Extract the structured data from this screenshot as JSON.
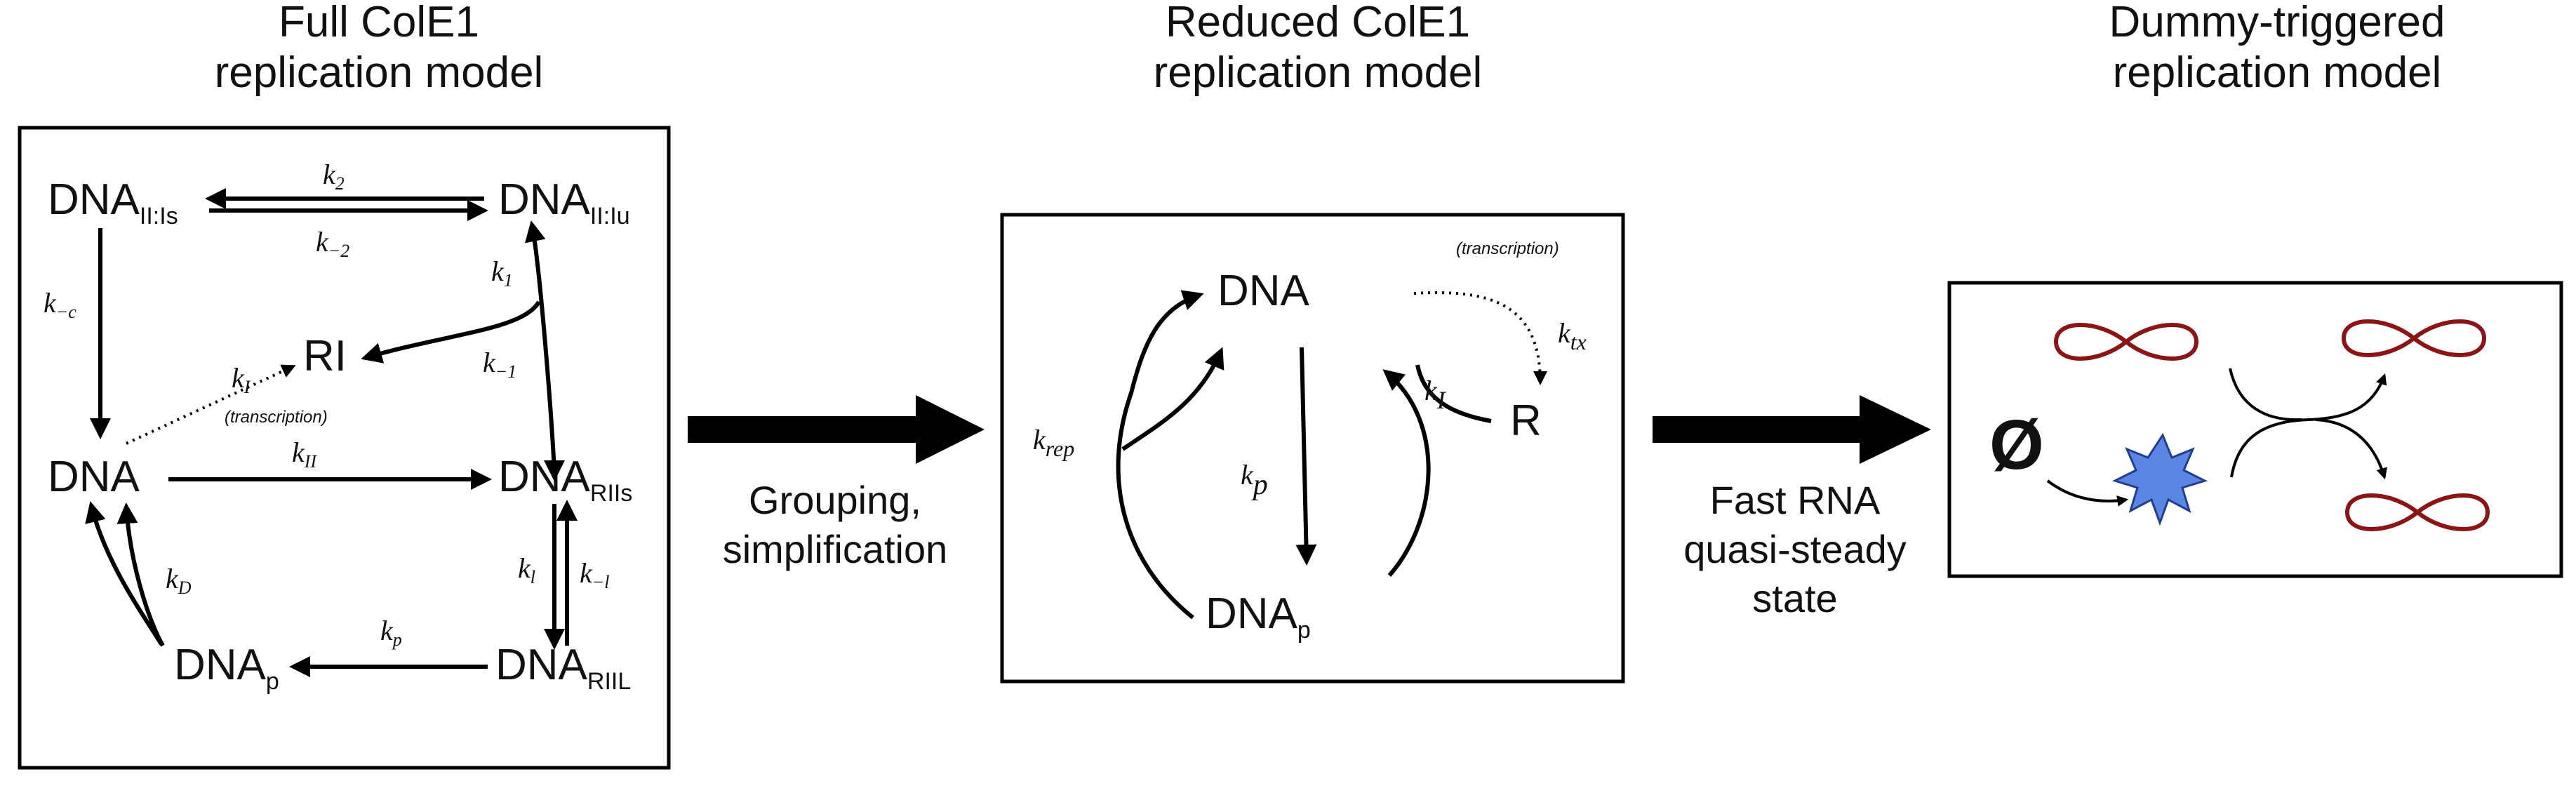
{
  "panels": {
    "full": {
      "title_line1": "Full ColE1",
      "title_line2": "replication model",
      "nodes": {
        "dna_ii_is": {
          "main": "DNA",
          "sub": "II:Is"
        },
        "dna_ii_iu": {
          "main": "DNA",
          "sub": "II:Iu"
        },
        "ri": {
          "main": "RI"
        },
        "dna": {
          "main": "DNA"
        },
        "dna_riis": {
          "main": "DNA",
          "sub": "RIIs"
        },
        "dna_p": {
          "main": "DNA",
          "sub": "p"
        },
        "dna_riil": {
          "main": "DNA",
          "sub": "RIIL"
        }
      },
      "rates": {
        "k2": "k₂",
        "k_minus2": "k₋₂",
        "k1": "k₁",
        "k_minus1": "k₋₁",
        "k_minus_c": "k₋𝒸",
        "k_I": "k_I",
        "k_II": "k_II",
        "k_D": "k_D",
        "k_l": "k_l",
        "k_minus_l": "k_{-l}",
        "k_p": "k_p"
      },
      "rate_labels": {
        "k2": {
          "base": "k",
          "sub": "2"
        },
        "k_minus2": {
          "base": "k",
          "sub": "−2"
        },
        "k1": {
          "base": "k",
          "sub": "1"
        },
        "k_minus1": {
          "base": "k",
          "sub": "−1"
        },
        "k_minus_c": {
          "base": "k",
          "sub": "−c"
        },
        "k_I": {
          "base": "k",
          "sub": "I"
        },
        "k_II": {
          "base": "k",
          "sub": "II"
        },
        "k_D": {
          "base": "k",
          "sub": "D"
        },
        "k_l": {
          "base": "k",
          "sub": "l"
        },
        "k_minus_l": {
          "base": "k",
          "sub": "−l"
        },
        "k_p": {
          "base": "k",
          "sub": "p"
        }
      },
      "transcription_label": "(transcription)"
    },
    "reduced": {
      "title_line1": "Reduced ColE1",
      "title_line2": "replication model",
      "nodes": {
        "dna": {
          "main": "DNA"
        },
        "r": {
          "main": "R"
        },
        "dna_p": {
          "main": "DNA",
          "sub": "p"
        }
      },
      "rate_labels": {
        "k_rep": {
          "base": "k",
          "sub": "rep"
        },
        "k_p": {
          "base": "k",
          "sub": "p"
        },
        "k_I": {
          "base": "k",
          "sub": "I"
        },
        "k_tx": {
          "base": "k",
          "sub": "tx"
        }
      },
      "transcription_label": "(transcription)"
    },
    "dummy": {
      "title_line1": "Dummy-triggered",
      "title_line2": "replication model",
      "empty_set": "Ø"
    }
  },
  "transitions": {
    "first": {
      "line1": "Grouping,",
      "line2": "simplification"
    },
    "second": {
      "line1": "Fast RNA",
      "line2": "quasi-steady",
      "line3": "state"
    }
  },
  "colors": {
    "plasmid": "#8b1414",
    "star": "#5b86e5",
    "ink": "#000000"
  }
}
